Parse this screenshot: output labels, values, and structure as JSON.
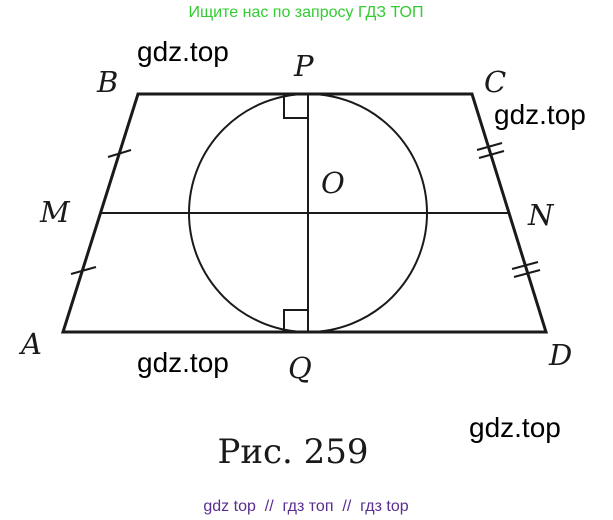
{
  "header_text": "Ищите нас по запросу ГДЗ ТОП",
  "watermark": "gdz.top",
  "points": {
    "A": "A",
    "B": "B",
    "C": "C",
    "D": "D",
    "M": "M",
    "N": "N",
    "P": "P",
    "Q": "Q",
    "O": "O"
  },
  "caption": "Рис. 259",
  "footer": "gdz top  //  гдз топ  //  гдз top",
  "colors": {
    "header": "#33cc33",
    "footer": "#5a2d91",
    "lines": "#1a1a1a"
  }
}
